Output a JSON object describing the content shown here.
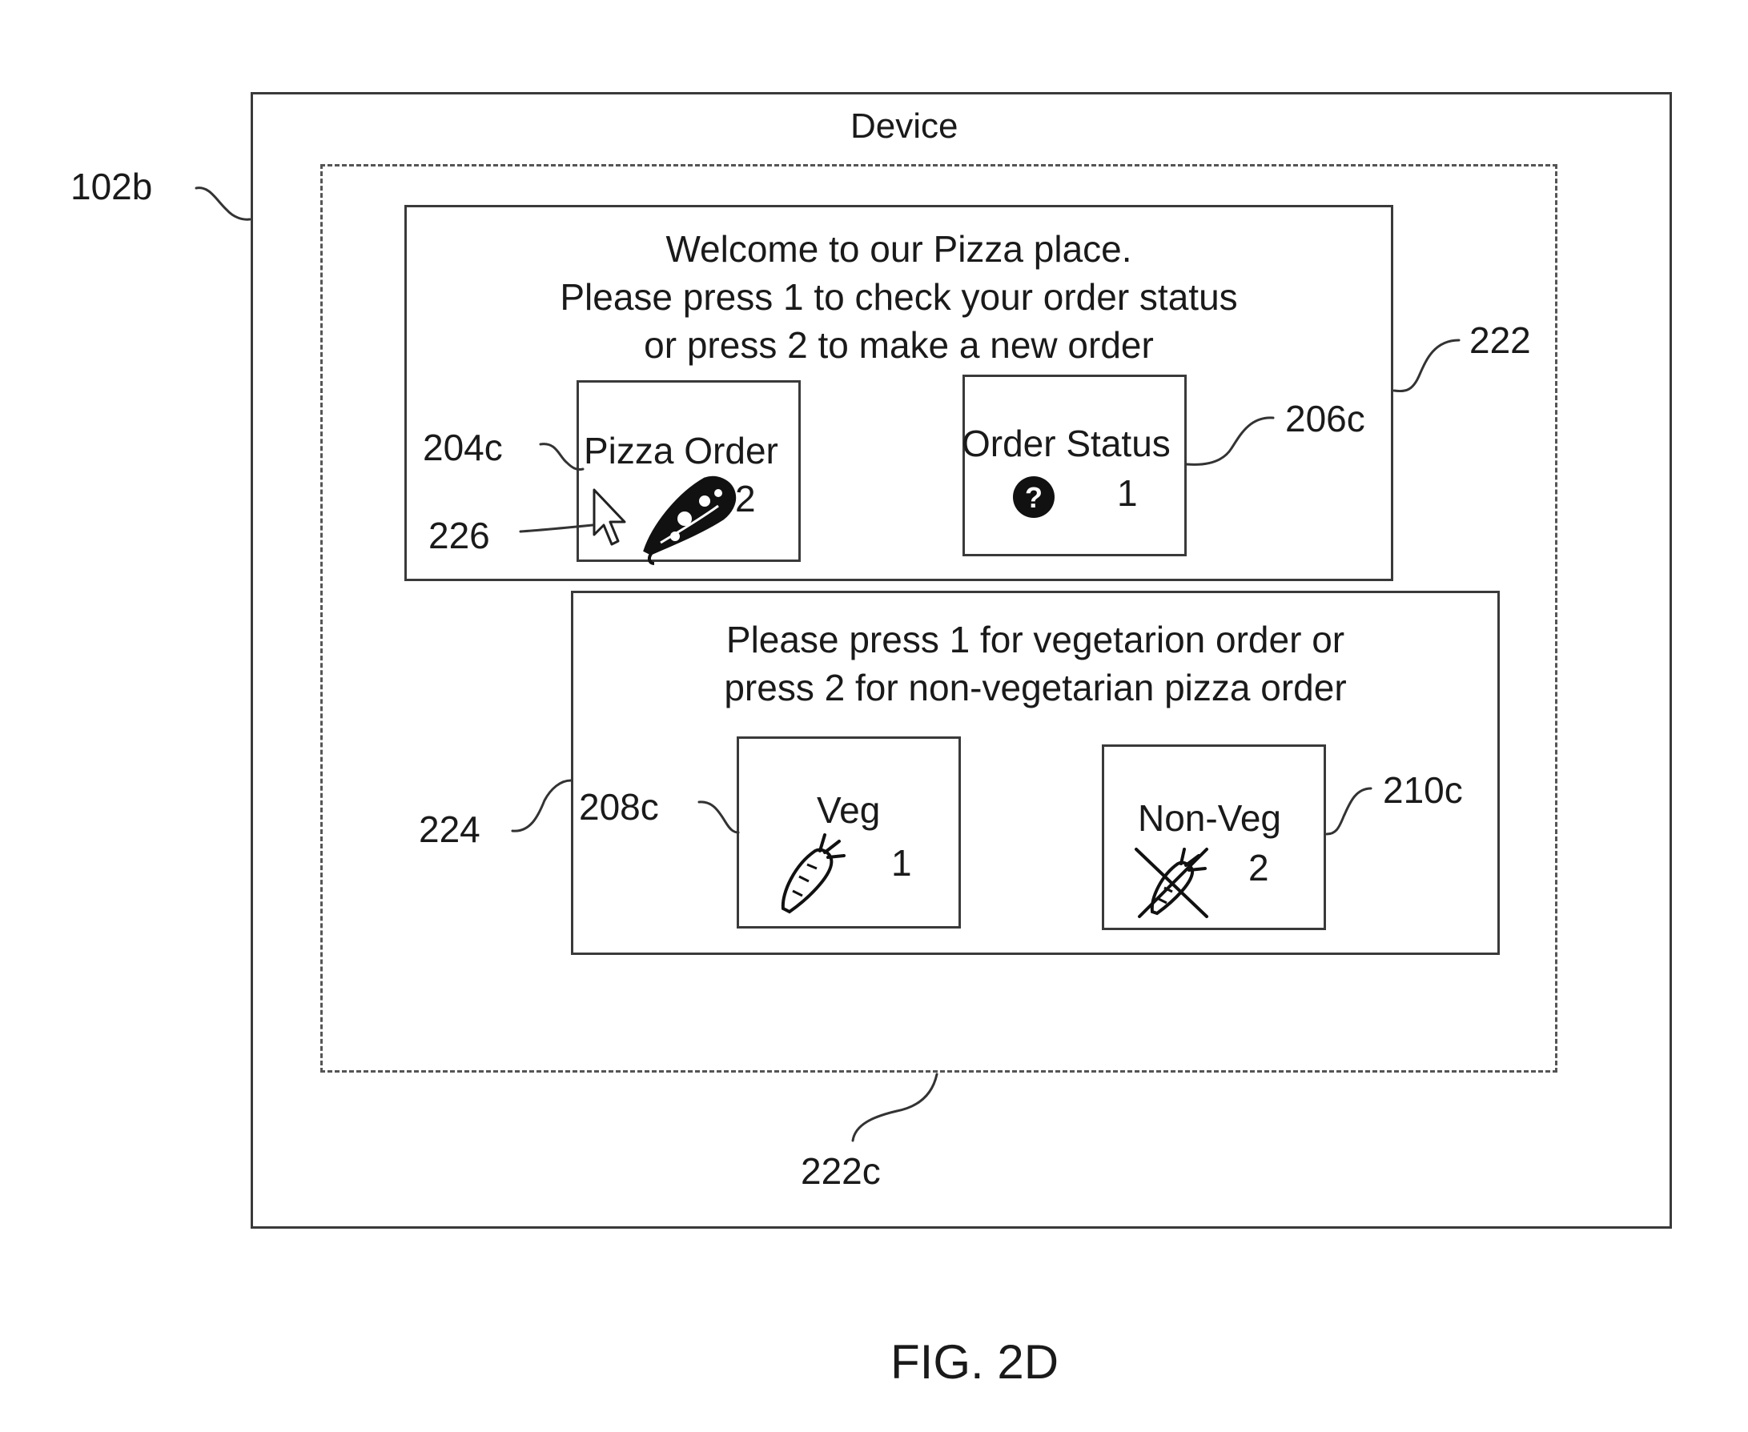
{
  "device": {
    "label": "Device",
    "ref": "102b"
  },
  "container_ref": "222c",
  "screen_222": {
    "ref": "222",
    "message_lines": [
      "Welcome to our Pizza place.",
      "Please press 1 to check your order status",
      "or press 2 to make a new order"
    ],
    "pizza_order": {
      "ref": "204c",
      "label": "Pizza Order",
      "key": "2",
      "icon": "pizza-slice-icon"
    },
    "order_status": {
      "ref": "206c",
      "label": "Order Status",
      "key": "1",
      "icon": "question-icon"
    },
    "cursor_ref": "226"
  },
  "screen_224": {
    "ref": "224",
    "message_lines": [
      "Please press 1 for vegetarion order or",
      "press 2 for non-vegetarian pizza order"
    ],
    "veg": {
      "ref": "208c",
      "label": "Veg",
      "key": "1",
      "icon": "carrot-icon"
    },
    "non_veg": {
      "ref": "210c",
      "label": "Non-Veg",
      "key": "2",
      "icon": "crossed-carrot-icon"
    }
  },
  "figure_caption": "FIG. 2D"
}
